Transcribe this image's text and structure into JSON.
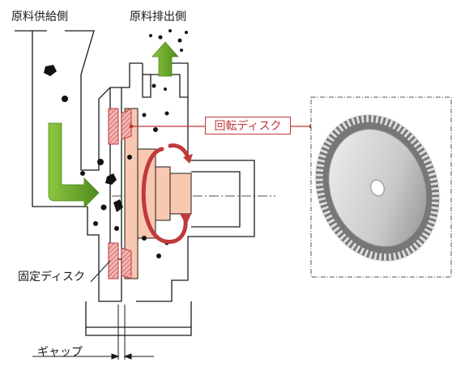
{
  "labels": {
    "supply_side": "原料供給側",
    "discharge_side": "原料排出側",
    "rotating_disk": "回転ディスク",
    "fixed_disk": "固定ディスク",
    "gap": "ギャップ"
  },
  "colors": {
    "accent_red": "#c0393b",
    "disk_fill": "#f8c9b0",
    "arrow_green": "#6aaa2a",
    "line": "#1a1a1a"
  },
  "icons": [
    "down-right-arrow-icon",
    "up-arrow-icon",
    "rotation-arrow-icon"
  ]
}
